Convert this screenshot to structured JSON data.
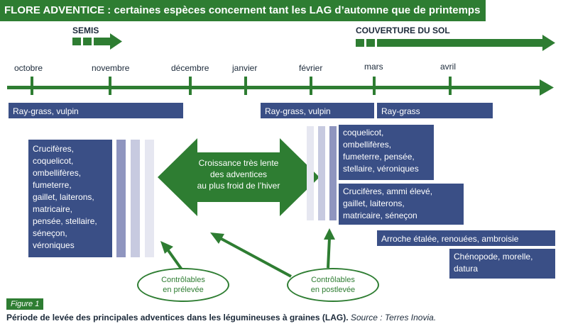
{
  "title": "FLORE ADVENTICE : certaines espèces concernent tant les LAG d’automne que de printemps",
  "top_labels": {
    "semis": "SEMIS",
    "couverture": "COUVERTURE DU SOL"
  },
  "months": [
    "octobre",
    "novembre",
    "décembre",
    "janvier",
    "février",
    "mars",
    "avril"
  ],
  "bars_row1": [
    "Ray-grass, vulpin",
    "Ray-grass, vulpin",
    "Ray-grass"
  ],
  "left_box": [
    "Crucifères,",
    "coquelicot,",
    "ombellifères,",
    "fumeterre,",
    "gaillet, laiterons,",
    "matricaire,",
    "pensée, stellaire,",
    "séneçon,",
    "véroniques"
  ],
  "center_arrow": [
    "Croissance très lente",
    "des adventices",
    "au plus froid de l’hiver"
  ],
  "right_box1": [
    "coquelicot,",
    "ombellifères,",
    "fumeterre, pensée,",
    "stellaire, véroniques"
  ],
  "right_box2": [
    "Crucifères, ammi élevé,",
    "gaillet, laiterons,",
    "matricaire, séneçon"
  ],
  "right_box3": [
    "Arroche étalée, renouées, ambroisie"
  ],
  "right_box4": [
    "Chénopode, morelle,",
    "datura"
  ],
  "ellipse_left": [
    "Contrôlables",
    "en prélevée"
  ],
  "ellipse_right": [
    "Contrôlables",
    "en postlevée"
  ],
  "figure_tag": "Figure 1",
  "caption_bold": "Période de levée des principales adventices dans les légumineuses à graines (LAG).",
  "caption_source": " Source : Terres Inovia.",
  "colors": {
    "green": "#2e7d32",
    "navy": "#3a4f86",
    "lilac": "#8f95bf",
    "light_lilac": "#c7cae0",
    "pale": "#e6e7f1"
  }
}
